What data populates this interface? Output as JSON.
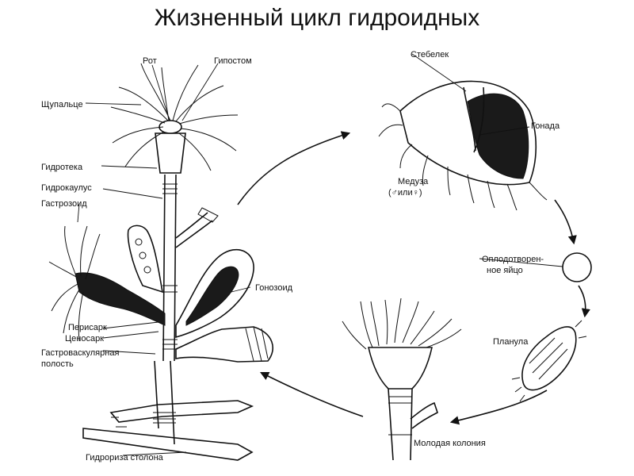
{
  "title": "Жизненный цикл гидроидных",
  "labels": {
    "rot": "Рот",
    "gipostom": "Гипостом",
    "shchupaltse": "Щупальце",
    "gidroteka": "Гидротека",
    "gidrokaulus": "Гидрокаулус",
    "gastrozoid": "Гастрозоид",
    "gonozoid": "Гонозоид",
    "perisark": "Перисарк",
    "tsenosark": "Ценосарк",
    "gastrovaskulyarnaya_1": "Гастроваскулярная",
    "gastrovaskulyarnaya_2": "полость",
    "gidroriza": "Гидрориза столона",
    "stebelek": "Стебелек",
    "gonada": "Гонада",
    "meduza_1": "Медуза",
    "meduza_2": "(♂или♀)",
    "yaitso_1": "Оплодотворен-",
    "yaitso_2": "ное яйцо",
    "planula": "Планула",
    "molodaya_koloniya": "Молодая колония"
  },
  "colors": {
    "ink": "#111111",
    "background": "#ffffff"
  }
}
